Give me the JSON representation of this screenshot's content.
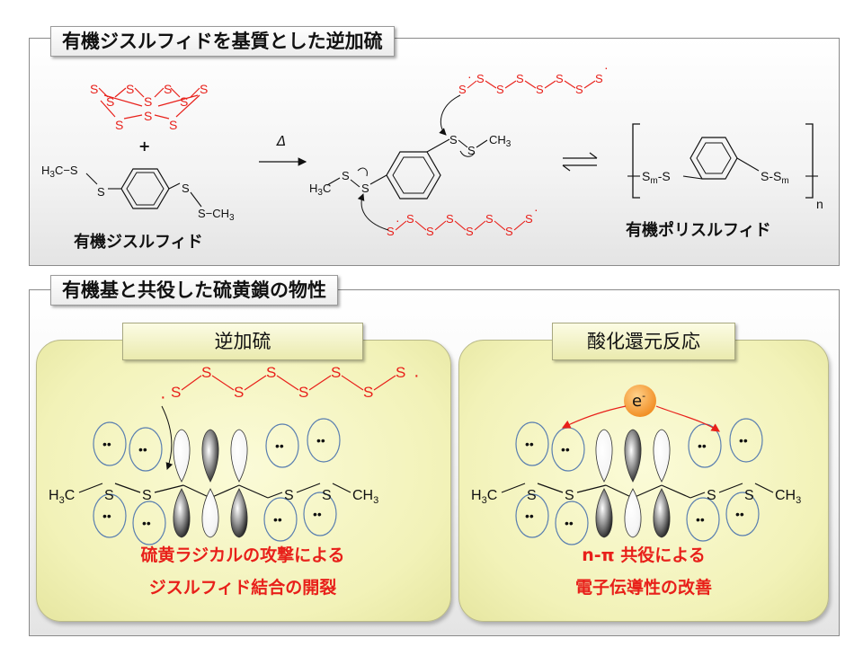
{
  "section1": {
    "title": "有機ジスルフィドを基質とした逆加硫",
    "s8_ring_atoms": [
      "S",
      "S",
      "S",
      "S",
      "S",
      "S",
      "S",
      "S"
    ],
    "plus": "+",
    "disulfide_label": "有機ジスルフィド",
    "disulfide_left": "H3C−S",
    "disulfide_right": "S−CH3",
    "heat_label": "Δ",
    "polysulfide_label": "有機ポリスルフィド",
    "repeat_left": "Sm-S",
    "repeat_right": "S-Sm",
    "repeat_n": "n",
    "intermediate_h3c": "H3C",
    "intermediate_ch3": "CH3"
  },
  "section2": {
    "title": "有機基と共役した硫黄鎖の物性",
    "left_tab": "逆加硫",
    "right_tab": "酸化還元反応",
    "electron_label": "e-",
    "left_caption_line1": "硫黄ラジカルの攻撃による",
    "left_caption_line2": "ジスルフィド結合の開裂",
    "right_caption_line1": "n-π 共役による",
    "right_caption_line2": "電子伝導性の改善",
    "mol_h3c": "H3C",
    "mol_ch3": "CH3",
    "lone_pair": "••",
    "sulfur": "S"
  },
  "colors": {
    "sulfur_red": "#e8201a",
    "electron_orange": "#f08a1e",
    "card_yellow": "#f2f2b8"
  }
}
